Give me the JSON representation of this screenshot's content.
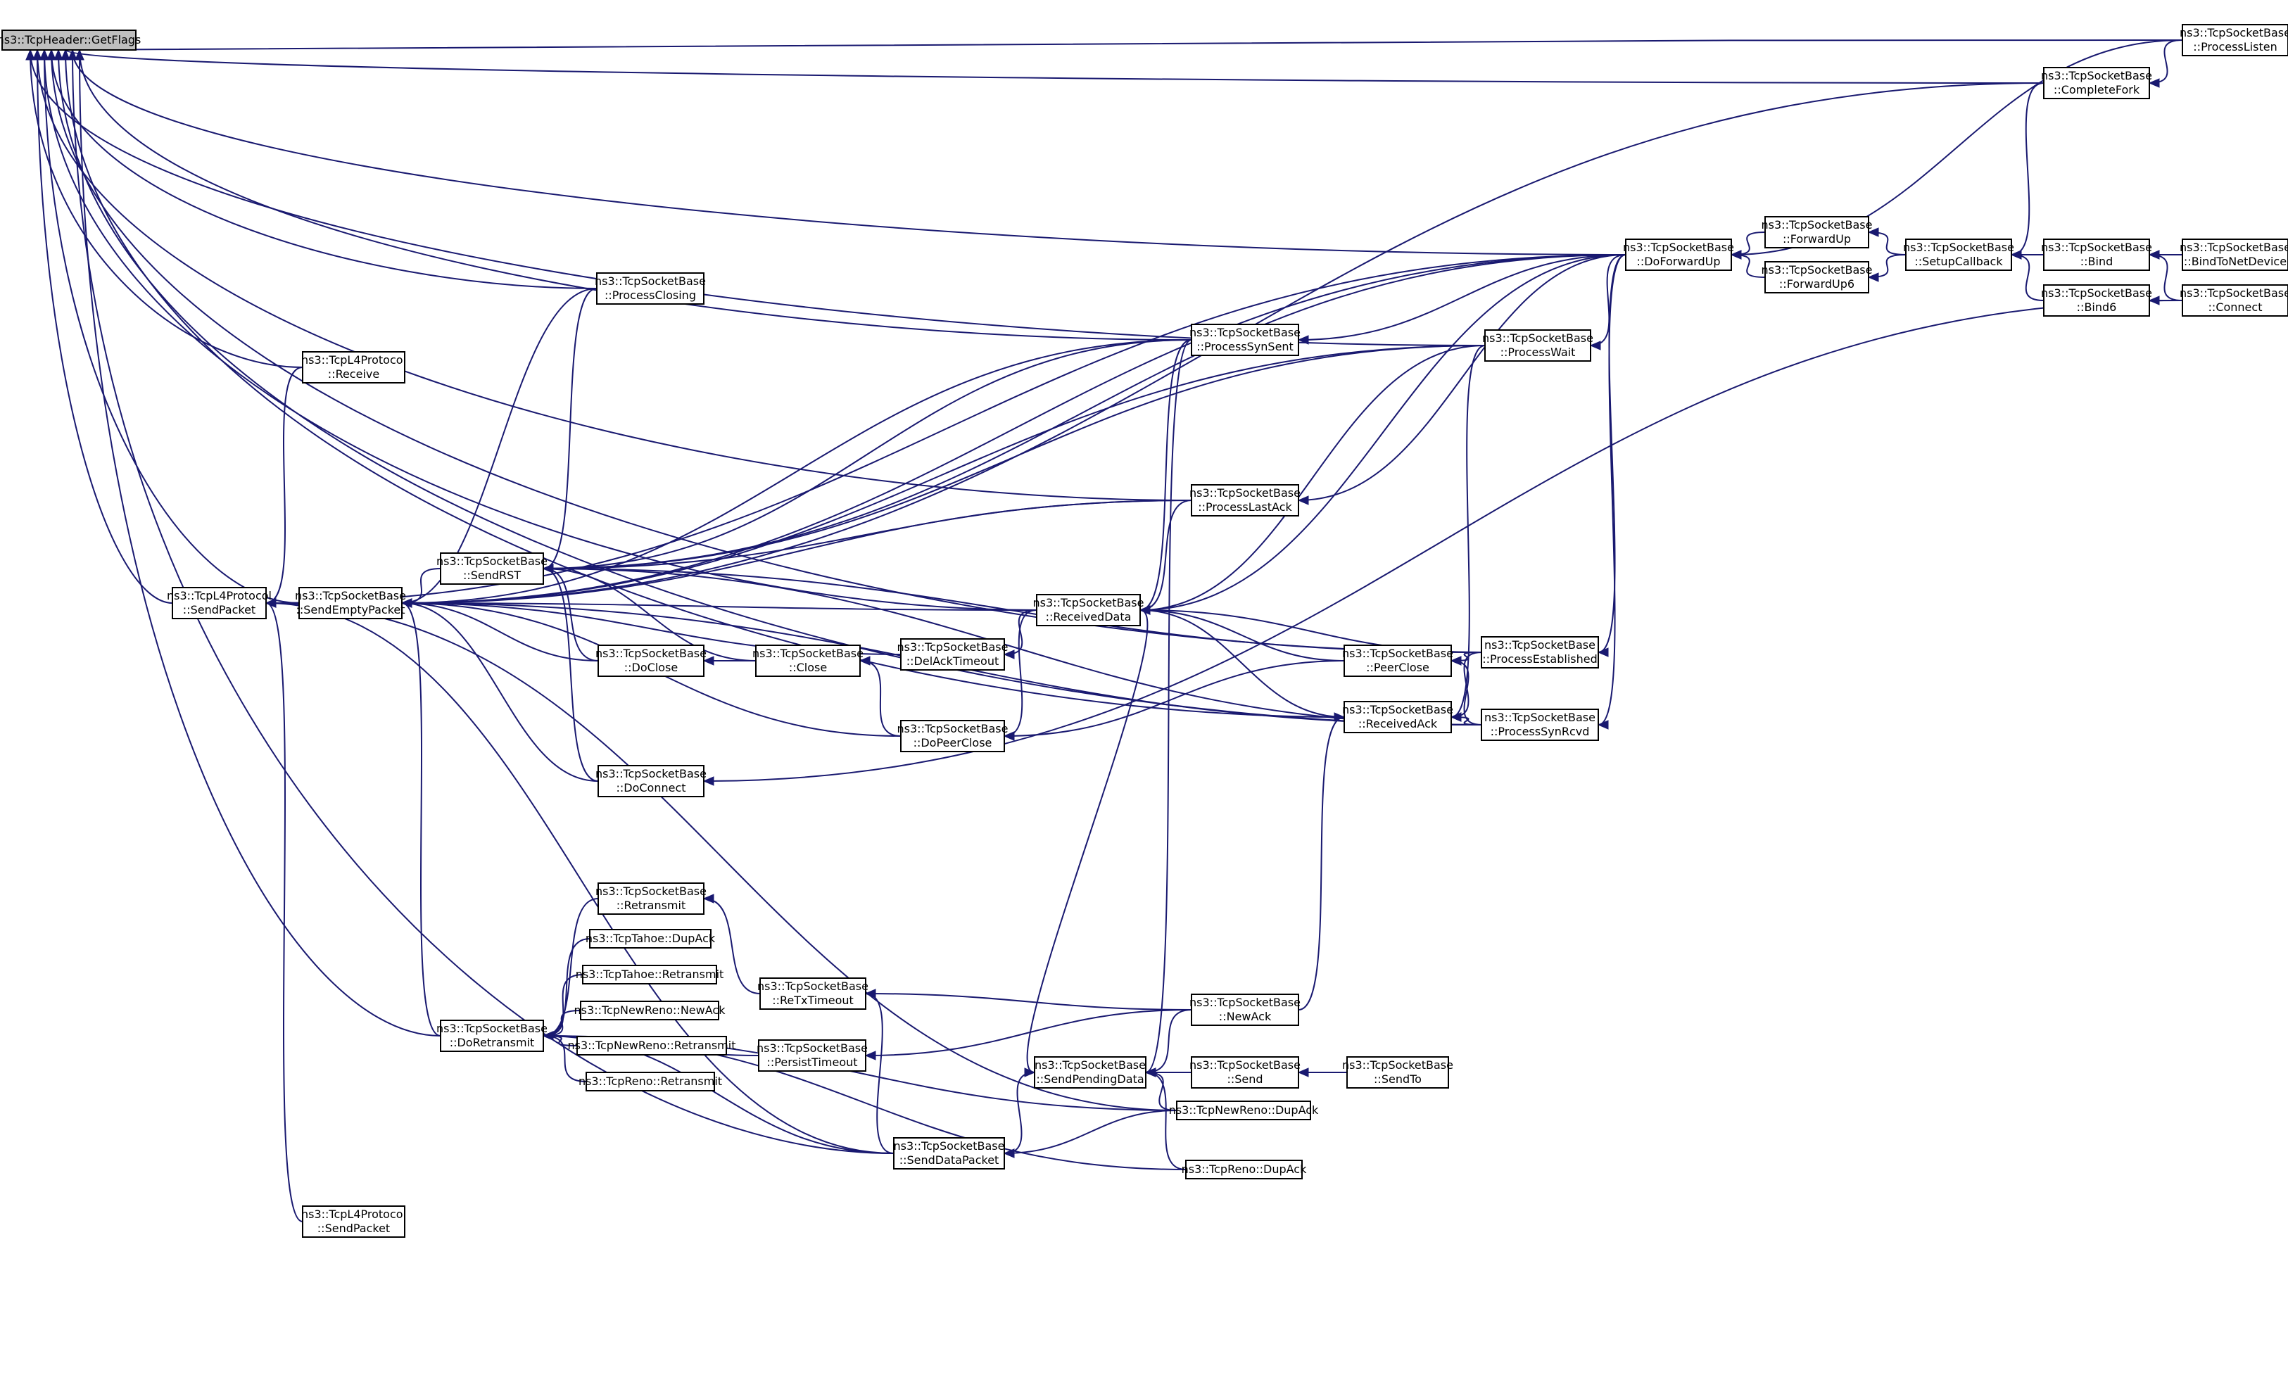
{
  "nodes": {
    "getflags": [
      "ns3::TcpHeader::GetFlags"
    ],
    "l4_receive": [
      "ns3::TcpL4Protocol",
      "::Receive"
    ],
    "l4_sendpacket": [
      "ns3::TcpL4Protocol",
      "::SendPacket"
    ],
    "l4_sendpacket2": [
      "ns3::TcpL4Protocol",
      "::SendPacket"
    ],
    "sendemptypacket": [
      "ns3::TcpSocketBase",
      "::SendEmptyPacket"
    ],
    "sendrst": [
      "ns3::TcpSocketBase",
      "::SendRST"
    ],
    "doretransmit": [
      "ns3::TcpSocketBase",
      "::DoRetransmit"
    ],
    "processclosing": [
      "ns3::TcpSocketBase",
      "::ProcessClosing"
    ],
    "doclose": [
      "ns3::TcpSocketBase",
      "::DoClose"
    ],
    "close": [
      "ns3::TcpSocketBase",
      "::Close"
    ],
    "doconnect": [
      "ns3::TcpSocketBase",
      "::DoConnect"
    ],
    "retransmit": [
      "ns3::TcpSocketBase",
      "::Retransmit"
    ],
    "tahoe_dupack": [
      "ns3::TcpTahoe::DupAck"
    ],
    "tahoe_retransmit": [
      "ns3::TcpTahoe::Retransmit"
    ],
    "newreno_newack": [
      "ns3::TcpNewReno::NewAck"
    ],
    "newreno_retransmit": [
      "ns3::TcpNewReno::Retransmit"
    ],
    "reno_retransmit": [
      "ns3::TcpReno::Retransmit"
    ],
    "delacktimeout": [
      "ns3::TcpSocketBase",
      "::DelAckTimeout"
    ],
    "dopeerclose": [
      "ns3::TcpSocketBase",
      "::DoPeerClose"
    ],
    "retxtimeout": [
      "ns3::TcpSocketBase",
      "::ReTxTimeout"
    ],
    "persisttimeout": [
      "ns3::TcpSocketBase",
      "::PersistTimeout"
    ],
    "senddatapacket": [
      "ns3::TcpSocketBase",
      "::SendDataPacket"
    ],
    "receiveddata": [
      "ns3::TcpSocketBase",
      "::ReceivedData"
    ],
    "sendpendingdata": [
      "ns3::TcpSocketBase",
      "::SendPendingData"
    ],
    "processsynsent": [
      "ns3::TcpSocketBase",
      "::ProcessSynSent"
    ],
    "processlastack": [
      "ns3::TcpSocketBase",
      "::ProcessLastAck"
    ],
    "newack": [
      "ns3::TcpSocketBase",
      "::NewAck"
    ],
    "send": [
      "ns3::TcpSocketBase",
      "::Send"
    ],
    "newreno_dupack": [
      "ns3::TcpNewReno::DupAck"
    ],
    "reno_dupack": [
      "ns3::TcpReno::DupAck"
    ],
    "peerclose": [
      "ns3::TcpSocketBase",
      "::PeerClose"
    ],
    "receivedack": [
      "ns3::TcpSocketBase",
      "::ReceivedAck"
    ],
    "sendto": [
      "ns3::TcpSocketBase",
      "::SendTo"
    ],
    "processwait": [
      "ns3::TcpSocketBase",
      "::ProcessWait"
    ],
    "processestablished": [
      "ns3::TcpSocketBase",
      "::ProcessEstablished"
    ],
    "processsynrcvd": [
      "ns3::TcpSocketBase",
      "::ProcessSynRcvd"
    ],
    "doforwardup": [
      "ns3::TcpSocketBase",
      "::DoForwardUp"
    ],
    "forwardup": [
      "ns3::TcpSocketBase",
      "::ForwardUp"
    ],
    "forwardup6": [
      "ns3::TcpSocketBase",
      "::ForwardUp6"
    ],
    "setupcallback": [
      "ns3::TcpSocketBase",
      "::SetupCallback"
    ],
    "completefork": [
      "ns3::TcpSocketBase",
      "::CompleteFork"
    ],
    "processlisten": [
      "ns3::TcpSocketBase",
      "::ProcessListen"
    ],
    "bind": [
      "ns3::TcpSocketBase",
      "::Bind"
    ],
    "bind6": [
      "ns3::TcpSocketBase",
      "::Bind6"
    ],
    "bindtonetdevice": [
      "ns3::TcpSocketBase",
      "::BindToNetDevice"
    ],
    "connect": [
      "ns3::TcpSocketBase",
      "::Connect"
    ]
  },
  "edges": [
    [
      "getflags",
      "l4_receive"
    ],
    [
      "getflags",
      "l4_sendpacket"
    ],
    [
      "getflags",
      "sendemptypacket"
    ],
    [
      "getflags",
      "processclosing"
    ],
    [
      "getflags",
      "processlisten"
    ],
    [
      "getflags",
      "completefork"
    ],
    [
      "getflags",
      "doforwardup"
    ],
    [
      "getflags",
      "processsynsent"
    ],
    [
      "getflags",
      "processwait"
    ],
    [
      "getflags",
      "processlastack"
    ],
    [
      "getflags",
      "receiveddata"
    ],
    [
      "getflags",
      "processestablished"
    ],
    [
      "getflags",
      "processsynrcvd"
    ],
    [
      "getflags",
      "receivedack"
    ],
    [
      "getflags",
      "senddatapacket"
    ],
    [
      "getflags",
      "doretransmit"
    ],
    [
      "l4_sendpacket",
      "l4_receive"
    ],
    [
      "l4_sendpacket",
      "sendemptypacket"
    ],
    [
      "l4_sendpacket",
      "l4_sendpacket2"
    ],
    [
      "l4_sendpacket",
      "senddatapacket"
    ],
    [
      "l4_sendpacket",
      "newreno_dupack"
    ],
    [
      "l4_sendpacket",
      "doforwardup"
    ],
    [
      "sendemptypacket",
      "sendrst"
    ],
    [
      "sendemptypacket",
      "doretransmit"
    ],
    [
      "sendemptypacket",
      "processclosing"
    ],
    [
      "sendemptypacket",
      "doclose"
    ],
    [
      "sendemptypacket",
      "doconnect"
    ],
    [
      "sendemptypacket",
      "delacktimeout"
    ],
    [
      "sendemptypacket",
      "dopeerclose"
    ],
    [
      "sendemptypacket",
      "receiveddata"
    ],
    [
      "sendemptypacket",
      "processsynsent"
    ],
    [
      "sendemptypacket",
      "processlastack"
    ],
    [
      "sendemptypacket",
      "processwait"
    ],
    [
      "sendemptypacket",
      "doforwardup"
    ],
    [
      "sendemptypacket",
      "processsynrcvd"
    ],
    [
      "sendemptypacket",
      "completefork"
    ],
    [
      "sendrst",
      "processclosing"
    ],
    [
      "sendrst",
      "doclose"
    ],
    [
      "sendrst",
      "close"
    ],
    [
      "sendrst",
      "doconnect"
    ],
    [
      "sendrst",
      "processsynsent"
    ],
    [
      "sendrst",
      "processlastack"
    ],
    [
      "sendrst",
      "processwait"
    ],
    [
      "sendrst",
      "processestablished"
    ],
    [
      "sendrst",
      "processsynrcvd"
    ],
    [
      "sendrst",
      "doforwardup"
    ],
    [
      "doretransmit",
      "retransmit"
    ],
    [
      "doretransmit",
      "tahoe_dupack"
    ],
    [
      "doretransmit",
      "tahoe_retransmit"
    ],
    [
      "doretransmit",
      "newreno_newack"
    ],
    [
      "doretransmit",
      "newreno_retransmit"
    ],
    [
      "doretransmit",
      "reno_retransmit"
    ],
    [
      "doretransmit",
      "senddatapacket"
    ],
    [
      "doretransmit",
      "newreno_dupack"
    ],
    [
      "doretransmit",
      "reno_dupack"
    ],
    [
      "doretransmit",
      "persisttimeout"
    ],
    [
      "doclose",
      "close"
    ],
    [
      "close",
      "dopeerclose"
    ],
    [
      "delacktimeout",
      "receiveddata"
    ],
    [
      "dopeerclose",
      "receiveddata"
    ],
    [
      "dopeerclose",
      "peerclose"
    ],
    [
      "retransmit",
      "retxtimeout"
    ],
    [
      "retxtimeout",
      "newack"
    ],
    [
      "retxtimeout",
      "senddatapacket"
    ],
    [
      "persisttimeout",
      "newack"
    ],
    [
      "senddatapacket",
      "sendpendingdata"
    ],
    [
      "senddatapacket",
      "newreno_dupack"
    ],
    [
      "sendpendingdata",
      "newack"
    ],
    [
      "sendpendingdata",
      "send"
    ],
    [
      "sendpendingdata",
      "newreno_dupack"
    ],
    [
      "sendpendingdata",
      "reno_dupack"
    ],
    [
      "sendpendingdata",
      "processsynsent"
    ],
    [
      "sendpendingdata",
      "receiveddata"
    ],
    [
      "send",
      "sendto"
    ],
    [
      "receiveddata",
      "processlastack"
    ],
    [
      "receiveddata",
      "processestablished"
    ],
    [
      "receiveddata",
      "peerclose"
    ],
    [
      "receiveddata",
      "receivedack"
    ],
    [
      "receiveddata",
      "processwait"
    ],
    [
      "receiveddata",
      "doforwardup"
    ],
    [
      "receiveddata",
      "processsynsent"
    ],
    [
      "peerclose",
      "processestablished"
    ],
    [
      "peerclose",
      "processsynrcvd"
    ],
    [
      "receivedack",
      "processestablished"
    ],
    [
      "receivedack",
      "processsynrcvd"
    ],
    [
      "receivedack",
      "processwait"
    ],
    [
      "receivedack",
      "newack"
    ],
    [
      "processsynsent",
      "doforwardup"
    ],
    [
      "processlastack",
      "doforwardup"
    ],
    [
      "processwait",
      "doforwardup"
    ],
    [
      "processestablished",
      "doforwardup"
    ],
    [
      "processsynrcvd",
      "doforwardup"
    ],
    [
      "doforwardup",
      "forwardup"
    ],
    [
      "doforwardup",
      "forwardup6"
    ],
    [
      "doforwardup",
      "processlisten"
    ],
    [
      "forwardup",
      "setupcallback"
    ],
    [
      "forwardup6",
      "setupcallback"
    ],
    [
      "setupcallback",
      "bind"
    ],
    [
      "setupcallback",
      "bind6"
    ],
    [
      "setupcallback",
      "completefork"
    ],
    [
      "completefork",
      "processlisten"
    ],
    [
      "bind",
      "bindtonetdevice"
    ],
    [
      "bind",
      "connect"
    ],
    [
      "bind6",
      "connect"
    ],
    [
      "doconnect",
      "connect"
    ]
  ]
}
